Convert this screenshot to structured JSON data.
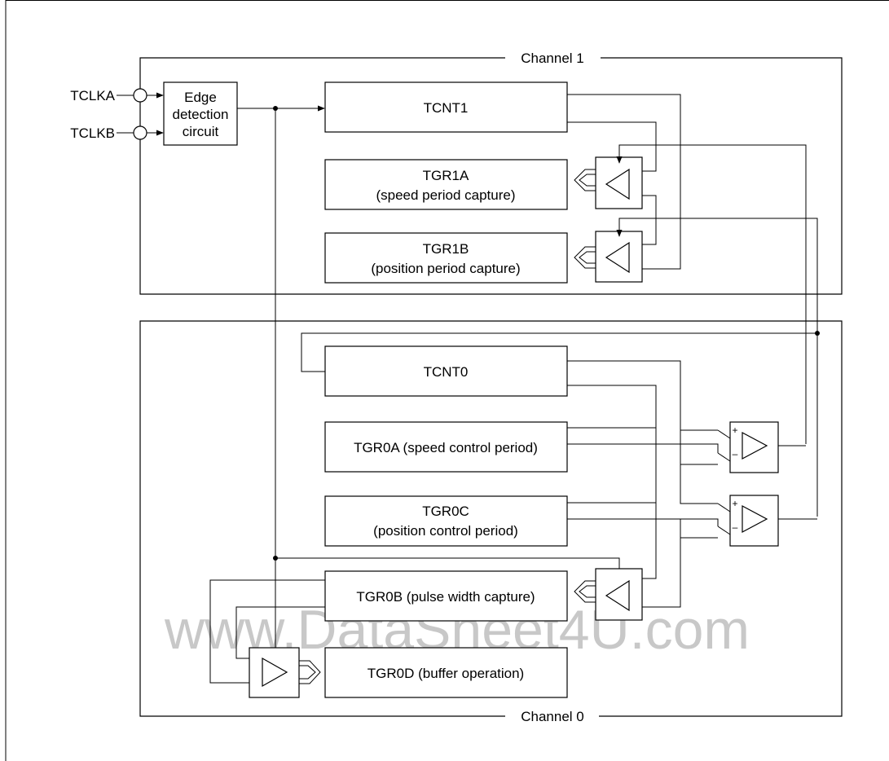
{
  "channels": {
    "channel1": "Channel 1",
    "channel0": "Channel 0"
  },
  "inputs": {
    "tclka": "TCLKA",
    "tclkb": "TCLKB"
  },
  "edge_detector": {
    "line1": "Edge",
    "line2": "detection",
    "line3": "circuit"
  },
  "registers": {
    "tcnt1": "TCNT1",
    "tgr1a_line1": "TGR1A",
    "tgr1a_line2": "(speed period capture)",
    "tgr1b_line1": "TGR1B",
    "tgr1b_line2": "(position period capture)",
    "tcnt0": "TCNT0",
    "tgr0a": "TGR0A (speed control period)",
    "tgr0c_line1": "TGR0C",
    "tgr0c_line2": "(position control period)",
    "tgr0b": "TGR0B (pulse width capture)",
    "tgr0d": "TGR0D (buffer operation)"
  },
  "comparator_signs": {
    "plus": "+",
    "minus": "–"
  },
  "watermark": "www.DataSheet4U.com"
}
